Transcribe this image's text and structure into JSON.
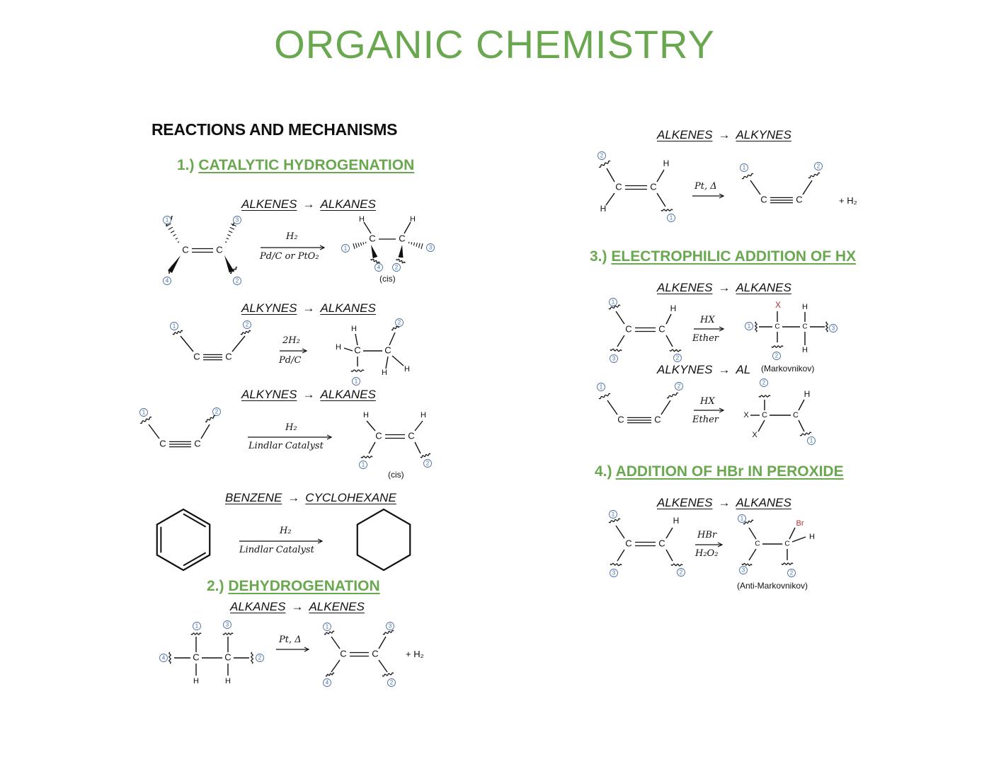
{
  "title": "ORGANIC CHEMISTRY",
  "section_header": "REACTIONS AND MECHANISMS",
  "sections": [
    {
      "number": "1.)",
      "title": "CATALYTIC HYDROGENATION"
    },
    {
      "number": "2.)",
      "title": "DEHYDROGENATION"
    },
    {
      "number": "3.)",
      "title": "ELECTROPHILIC ADDITION OF HX"
    },
    {
      "number": "4.)",
      "title": "ADDITION OF HBr IN PEROXIDE"
    }
  ],
  "reactions": {
    "r1": {
      "from": "ALKENES",
      "to": "ALKANES",
      "cond_top": "H₂",
      "cond_bottom": "Pd/C or PtO₂",
      "note": "(cis)"
    },
    "r2": {
      "from": "ALKYNES",
      "to": "ALKANES",
      "cond_top": "2H₂",
      "cond_bottom": "Pd/C"
    },
    "r3": {
      "from": "ALKYNES",
      "to": "ALKANES",
      "cond_top": "H₂",
      "cond_bottom": "Lindlar Catalyst",
      "note": "(cis)"
    },
    "r4": {
      "from": "BENZENE",
      "to": "CYCLOHEXANE",
      "cond_top": "H₂",
      "cond_bottom": "Lindlar Catalyst"
    },
    "r5": {
      "from": "ALKANES",
      "to": "ALKENES",
      "cond_top": "Pt, Δ",
      "byproduct": "+   H₂"
    },
    "r6": {
      "from": "ALKENES",
      "to": "ALKYNES",
      "cond_top": "Pt, Δ",
      "byproduct": "+   H₂"
    },
    "r7": {
      "from": "ALKENES",
      "to": "ALKANES",
      "cond_top": "HX",
      "cond_bottom": "Ether",
      "note": "(Markovnikov)"
    },
    "r8": {
      "from": "ALKYNES",
      "to": "AL",
      "cond_top": "HX",
      "cond_bottom": "Ether"
    },
    "r9": {
      "from": "ALKENES",
      "to": "ALKANES",
      "cond_top": "HBr",
      "cond_bottom": "H₂O₂",
      "note": "(Anti-Markovnikov)"
    }
  },
  "arrow_symbol": "→",
  "labels": {
    "c": "C",
    "h": "H",
    "x": "X",
    "br": "Br",
    "n1": "1",
    "n2": "2",
    "n3": "3",
    "n4": "4"
  },
  "colors": {
    "green": "#6aa84f",
    "accent_red": "#b03030",
    "badge": "#4a6fa5"
  }
}
